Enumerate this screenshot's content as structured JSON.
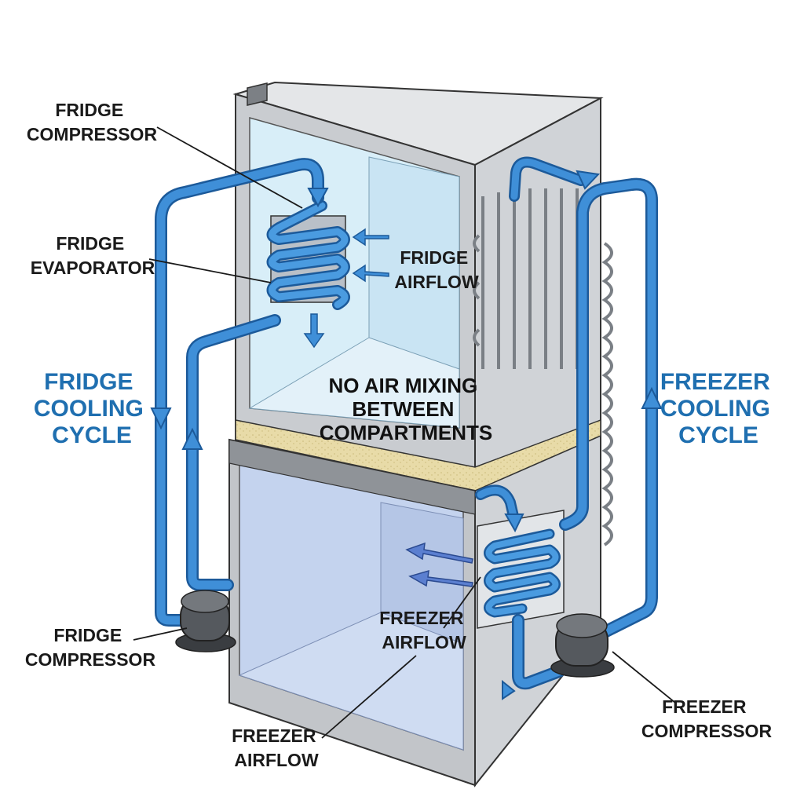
{
  "labels": {
    "top_compressor": [
      "FRIDGE",
      "COMPRESSOR"
    ],
    "fridge_evaporator": [
      "FRIDGE",
      "EVAPORATOR"
    ],
    "fridge_airflow": [
      "FRIDGE",
      "AIRFLOW"
    ],
    "fridge_cycle": [
      "FRIDGE",
      "COOLING",
      "CYCLE"
    ],
    "freezer_cycle": [
      "FREEZER",
      "COOLING",
      "CYCLE"
    ],
    "no_mixing": [
      "NO AIR MIXING",
      "BETWEEN",
      "COMPARTMENTS"
    ],
    "bottom_fridge_compressor": [
      "FRIDGE",
      "COMPRESSOR"
    ],
    "freezer_airflow_side": [
      "FREEZER",
      "AIRFLOW"
    ],
    "freezer_airflow_bottom": [
      "FREEZER",
      "AIRFLOW"
    ],
    "freezer_compressor": [
      "FREEZER",
      "COMPRESSOR"
    ]
  },
  "colors": {
    "pipe": "#3f8fd8",
    "pipe_outline": "#1c5a9a",
    "cabinet": "#c9ccd0",
    "fridge_interior": "#d8eef8",
    "freezer_interior": "#c4d3ee",
    "insulation": "#e8dba8",
    "label_blue": "#1f6fb0"
  }
}
